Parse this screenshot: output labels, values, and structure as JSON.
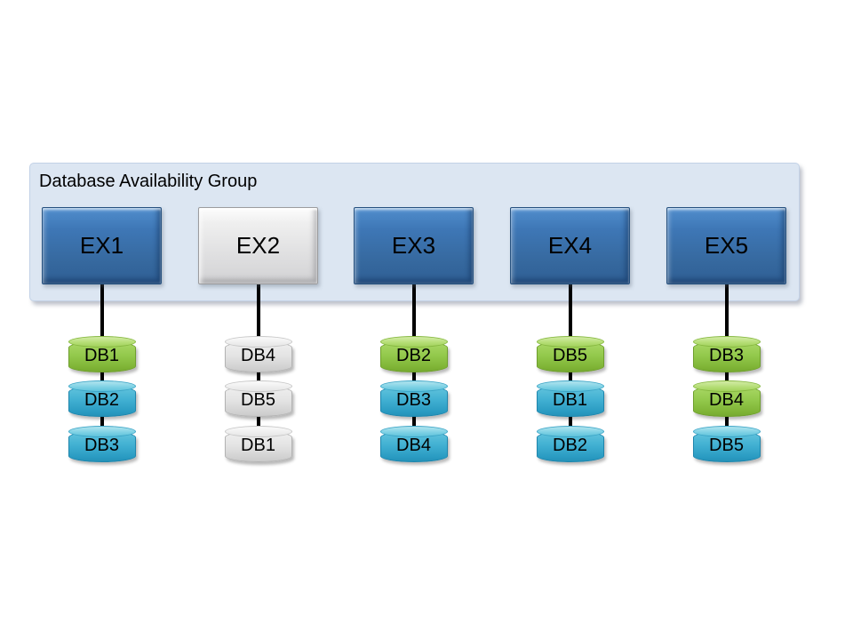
{
  "diagram": {
    "title": "Database Availability Group",
    "colors": {
      "container_background": "#dce6f2",
      "server_blue": "#3e77b6",
      "server_gray": "#e2e2e3",
      "database_green": "#93c94c",
      "database_blue": "#41b0d2",
      "database_gray": "#e4e4e4",
      "connector": "#000000"
    },
    "servers": [
      {
        "label": "EX1",
        "color": "blue",
        "databases": [
          {
            "label": "DB1",
            "color": "green"
          },
          {
            "label": "DB2",
            "color": "blue"
          },
          {
            "label": "DB3",
            "color": "blue"
          }
        ]
      },
      {
        "label": "EX2",
        "color": "gray",
        "databases": [
          {
            "label": "DB4",
            "color": "gray"
          },
          {
            "label": "DB5",
            "color": "gray"
          },
          {
            "label": "DB1",
            "color": "gray"
          }
        ]
      },
      {
        "label": "EX3",
        "color": "blue",
        "databases": [
          {
            "label": "DB2",
            "color": "green"
          },
          {
            "label": "DB3",
            "color": "blue"
          },
          {
            "label": "DB4",
            "color": "blue"
          }
        ]
      },
      {
        "label": "EX4",
        "color": "blue",
        "databases": [
          {
            "label": "DB5",
            "color": "green"
          },
          {
            "label": "DB1",
            "color": "blue"
          },
          {
            "label": "DB2",
            "color": "blue"
          }
        ]
      },
      {
        "label": "EX5",
        "color": "blue",
        "databases": [
          {
            "label": "DB3",
            "color": "green"
          },
          {
            "label": "DB4",
            "color": "green"
          },
          {
            "label": "DB5",
            "color": "blue"
          }
        ]
      }
    ]
  }
}
